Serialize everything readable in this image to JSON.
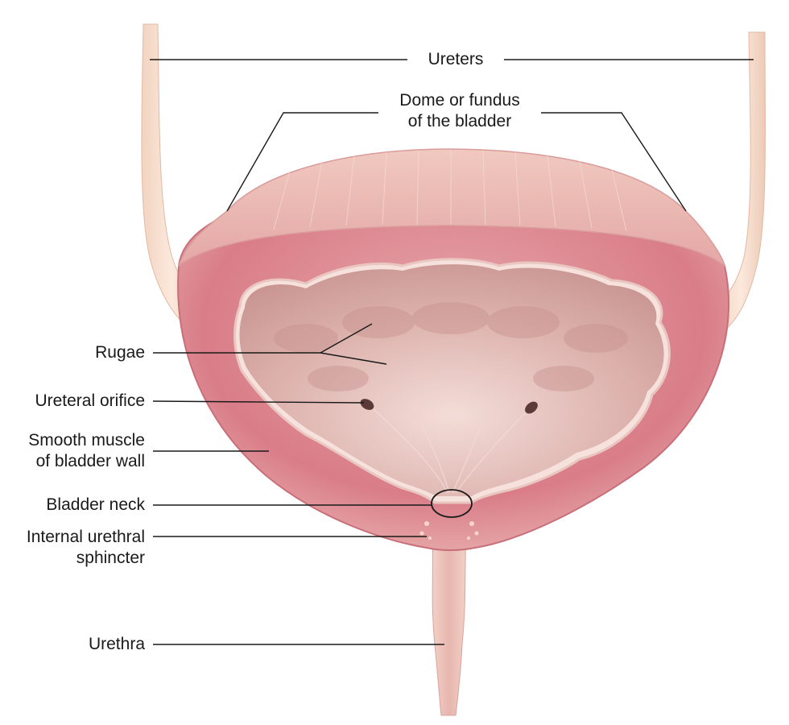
{
  "labels": {
    "ureters": "Ureters",
    "dome_line1": "Dome or fundus",
    "dome_line2": "of the bladder",
    "rugae": "Rugae",
    "ureteral_orifice": "Ureteral orifice",
    "smooth_muscle_line1": "Smooth muscle",
    "smooth_muscle_line2": "of bladder wall",
    "bladder_neck": "Bladder neck",
    "sphincter_line1": "Internal urethral",
    "sphincter_line2": "sphincter",
    "urethra": "Urethra"
  },
  "colors": {
    "tissue_light": "#f3cfc6",
    "tissue_mid": "#e39aa0",
    "tissue_dark": "#cf6f7c",
    "lumen": "#e9c4bf",
    "lumen_shadow": "#cfa3a0",
    "ureter": "#f6dcc9",
    "leader_line": "#1a1a1a"
  }
}
